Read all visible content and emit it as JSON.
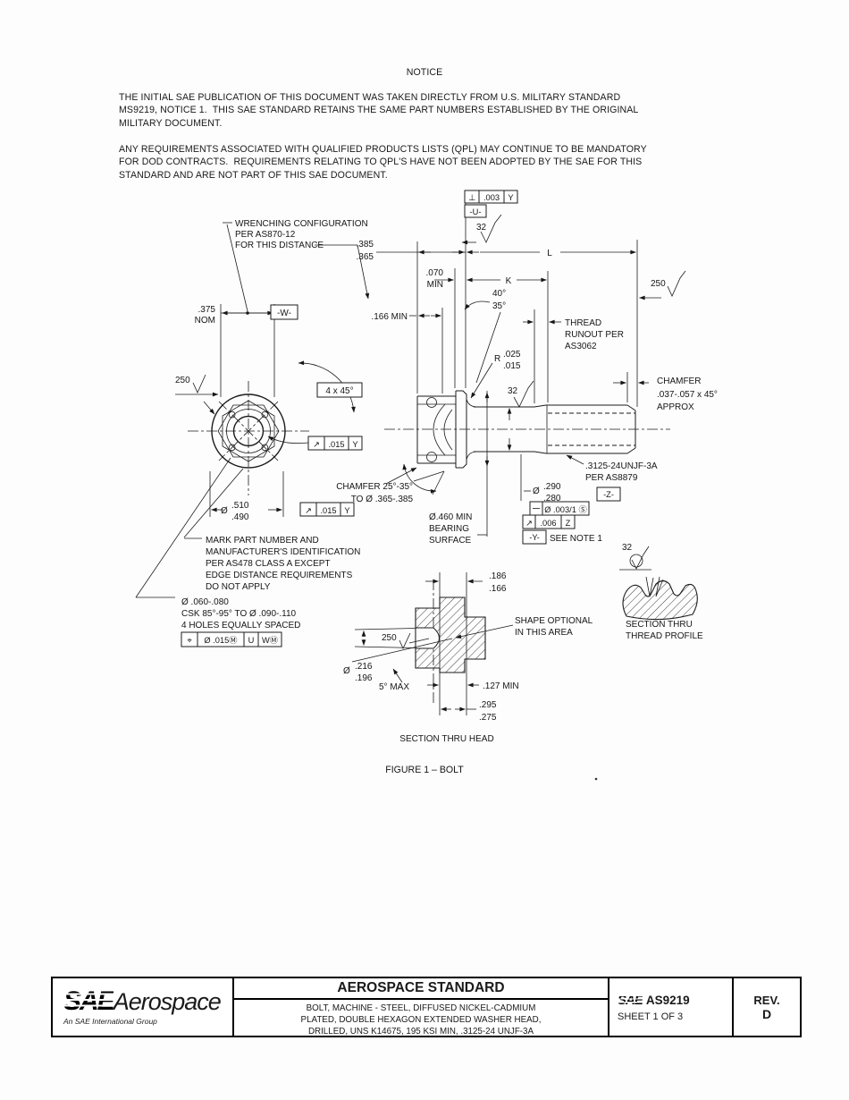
{
  "notice": {
    "title": "NOTICE",
    "p1": [
      "THE INITIAL SAE PUBLICATION OF THIS DOCUMENT WAS TAKEN DIRECTLY FROM U.S. MILITARY STANDARD",
      "MS9219, NOTICE 1.  THIS SAE STANDARD RETAINS THE SAME PART NUMBERS ESTABLISHED BY THE ORIGINAL",
      "MILITARY DOCUMENT."
    ],
    "p2": [
      "ANY REQUIREMENTS ASSOCIATED WITH QUALIFIED PRODUCTS LISTS (QPL) MAY CONTINUE TO BE MANDATORY",
      "FOR DOD CONTRACTS.  REQUIREMENTS RELATING TO QPL'S HAVE NOT BEEN ADOPTED BY THE SAE FOR THIS",
      "STANDARD AND ARE NOT PART OF THIS SAE DOCUMENT."
    ]
  },
  "symbols": {
    "perp": "⊥",
    "runout": "↗",
    "position": "⌖"
  },
  "figure": {
    "caption": "FIGURE 1 – BOLT",
    "end_view": {
      "wrench_note": [
        "WRENCHING CONFIGURATION",
        "PER AS870-12",
        "FOR THIS DISTANCE"
      ],
      "dim_375": ".375",
      "dim_375_nom": "NOM",
      "datum_w": "-W-",
      "finish_250": "250",
      "chamfer_4x45": "4 x 45°",
      "fcf_runout_015": {
        "val": ".015",
        "datum": "Y"
      },
      "dia_510": {
        "dia": "Ø",
        "hi": ".510",
        "lo": ".490"
      },
      "mark_note": [
        "MARK PART NUMBER AND",
        "MANUFACTURER'S IDENTIFICATION",
        "PER AS478 CLASS A EXCEPT",
        "EDGE DISTANCE REQUIREMENTS",
        "DO NOT APPLY"
      ],
      "holes_note": [
        "Ø .060-.080",
        "CSK 85°-95° TO Ø .090-.110",
        "4 HOLES EQUALLY SPACED"
      ],
      "fcf_position": {
        "val": "Ø .015Ⓜ",
        "datum1": "U",
        "datum2": "WⓂ"
      }
    },
    "side_view": {
      "fcf_perp": {
        "val": ".003",
        "datum": "Y"
      },
      "datum_u": "-U-",
      "finish_32": "32",
      "dim_385": ".385",
      "dim_365": ".365",
      "dim_L": "L",
      "dim_070": ".070",
      "dim_070_min": "MIN",
      "dim_K": "K",
      "ang_40": "40°",
      "ang_35": "35°",
      "runout_note": [
        "THREAD",
        "RUNOUT PER",
        "AS3062"
      ],
      "finish_250": "250",
      "dim_166": ".166 MIN",
      "r_label": "R",
      "r_hi": ".025",
      "r_lo": ".015",
      "chamfer_note": [
        "CHAMFER",
        ".037-.057 x 45°",
        "APPROX"
      ],
      "thread_note": [
        ".3125-24UNJF-3A",
        "PER AS8879"
      ],
      "datum_z": "-Z-",
      "dia_290": {
        "dia": "Ø",
        "hi": ".290",
        "lo": ".280"
      },
      "fcf_straight_val": "Ø .003/1 Ⓢ",
      "fcf_runout_006": {
        "val": ".006",
        "datum": "Z"
      },
      "datum_y": "-Y-",
      "see_note": "SEE NOTE 1",
      "bearing_note": [
        "Ø.460 MIN",
        "BEARING",
        "SURFACE"
      ],
      "chamfer_left": [
        "CHAMFER 25°-35°",
        "TO Ø .365-.385"
      ]
    },
    "section_head": {
      "dim_186": ".186",
      "dim_166": ".166",
      "shape_note": [
        "SHAPE OPTIONAL",
        "IN THIS AREA"
      ],
      "finish_250": "250",
      "dia_216": {
        "dia": "Ø",
        "hi": ".216",
        "lo": ".196"
      },
      "ang_5": "5° MAX",
      "dim_127": ".127 MIN",
      "dim_295": ".295",
      "dim_275": ".275",
      "caption": "SECTION THRU HEAD"
    },
    "section_thread": {
      "finish_32": "32",
      "caption": [
        "SECTION THRU",
        "THREAD PROFILE"
      ]
    }
  },
  "title_block": {
    "logo_sae": "SAE",
    "logo_aerospace": "Aerospace",
    "logo_subtitle": "An SAE International Group",
    "doc_type": "AEROSPACE STANDARD",
    "subtitle_lines": [
      "BOLT, MACHINE - STEEL, DIFFUSED NICKEL-CADMIUM",
      "PLATED, DOUBLE HEXAGON EXTENDED WASHER HEAD,",
      "DRILLED, UNS K14675, 195 KSI MIN, .3125-24 UNJF-3A"
    ],
    "num_logo": "SAE",
    "doc_number": "AS9219",
    "sheet": "SHEET 1 OF 3",
    "rev_label": "REV.",
    "rev_value": "D"
  }
}
